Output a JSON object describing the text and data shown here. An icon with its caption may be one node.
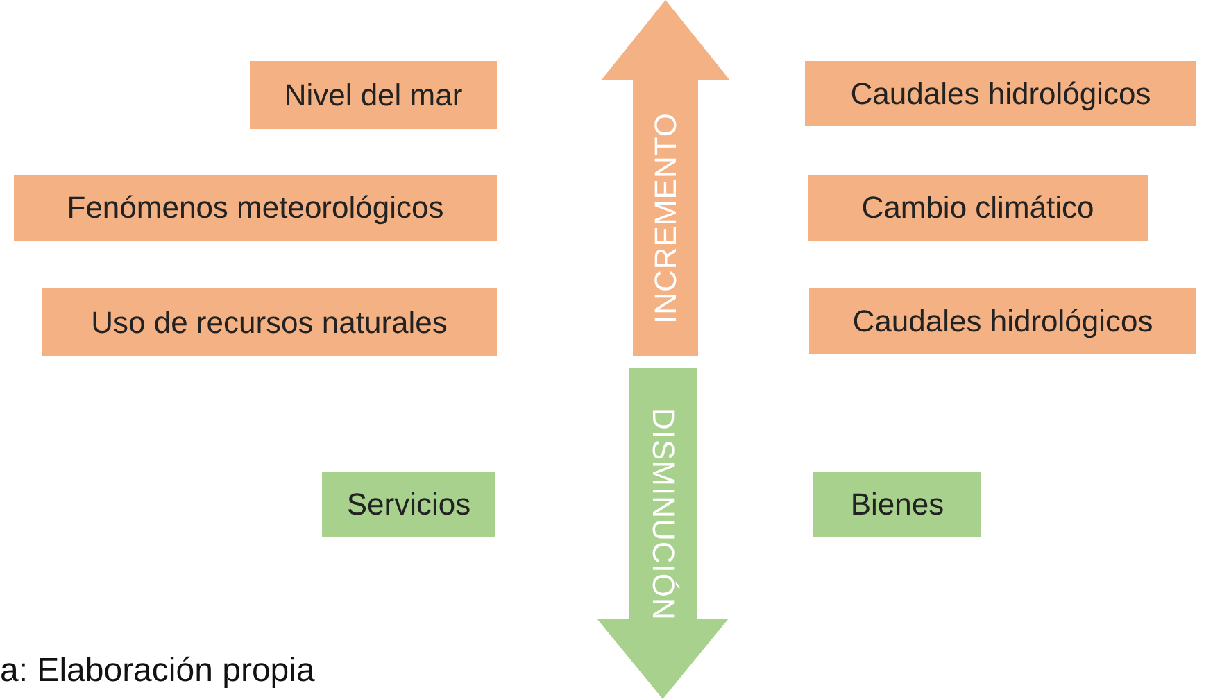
{
  "diagram": {
    "nodes": [
      {
        "text": [
          "Nivel del mar"
        ]
      },
      {
        "text": [
          "INCREMENTO"
        ]
      },
      {
        "text": [
          "Caudales hidrológicos"
        ]
      },
      {
        "text": [
          "Fenómenos meteorológicos"
        ]
      },
      {
        "text": [
          "Cambio climático"
        ]
      },
      {
        "text": [
          "Uso de recursos naturales"
        ]
      },
      {
        "text": [
          "Caudales hidrológicos"
        ]
      },
      {
        "text": [
          "Servicios"
        ]
      },
      {
        "text": [
          "DISMINUCIÓN"
        ]
      },
      {
        "text": [
          "Bienes"
        ]
      }
    ],
    "labels": [
      "a: Elaboración propia"
    ]
  }
}
